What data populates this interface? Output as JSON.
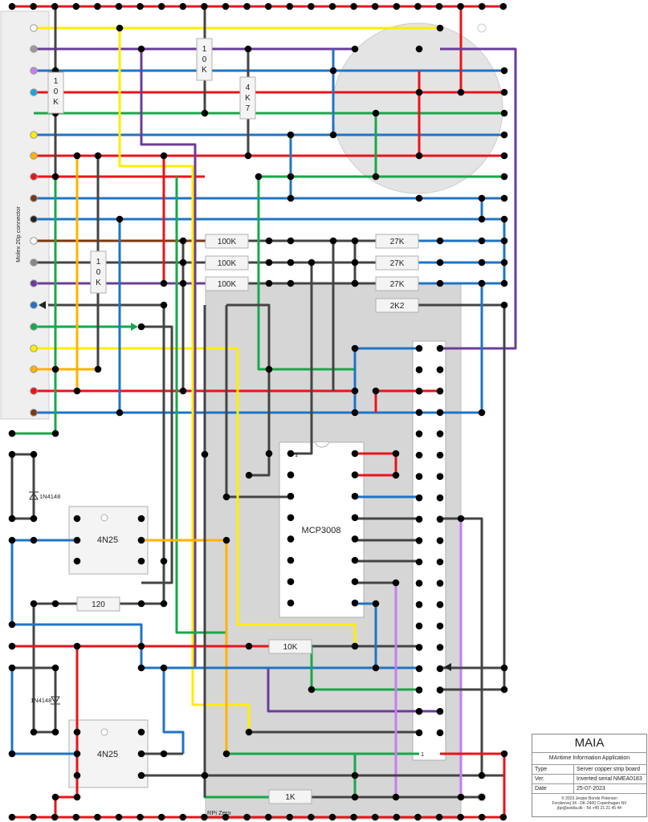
{
  "connector": {
    "label": "Molex 20p connector"
  },
  "resistors": {
    "r1": "1\n0\nK",
    "r2": "1\n0\nK",
    "r3": "4\nK\n7",
    "r4": "1\n0\nK",
    "r100k": "100K",
    "r27k": "27K",
    "r2k2": "2K2",
    "r120": "120",
    "r10k_h": "10K",
    "r1k": "1K"
  },
  "chips": {
    "mcp": "MCP3008",
    "optoA": "4N25",
    "optoB": "4N25",
    "pin1_mcp": "1",
    "pin1_header": "1"
  },
  "diodes": {
    "d1": "1N4148",
    "d2": "1N4148"
  },
  "rpi_label": "RPi Zero",
  "colors": {
    "black": "#222222",
    "red": "#e8141b",
    "yellow": "#ffee00",
    "purple": "#6a3d99",
    "blue": "#1f74c4",
    "green": "#17a84a",
    "orange": "#ffb200",
    "brown": "#7a3a10",
    "grey": "#888888",
    "lilac": "#c77cf0",
    "dark": "#444444"
  },
  "title_block": {
    "title": "MAIA",
    "subtitle": "MAritime Information Application",
    "rows": [
      {
        "key": "Type",
        "value": "Server copper strip board"
      },
      {
        "key": "Ver.",
        "value": "Inverted serial NMEA0183"
      },
      {
        "key": "Date",
        "value": "25-07-2023"
      }
    ],
    "footer1": "© 2023 Jesper Bonde Petersen",
    "footer2": "Forskervej 34 - DK-2400 Copenhagen NV",
    "footer3": "jbp@avidia.dk - Tel +45 21 21 45 44"
  }
}
